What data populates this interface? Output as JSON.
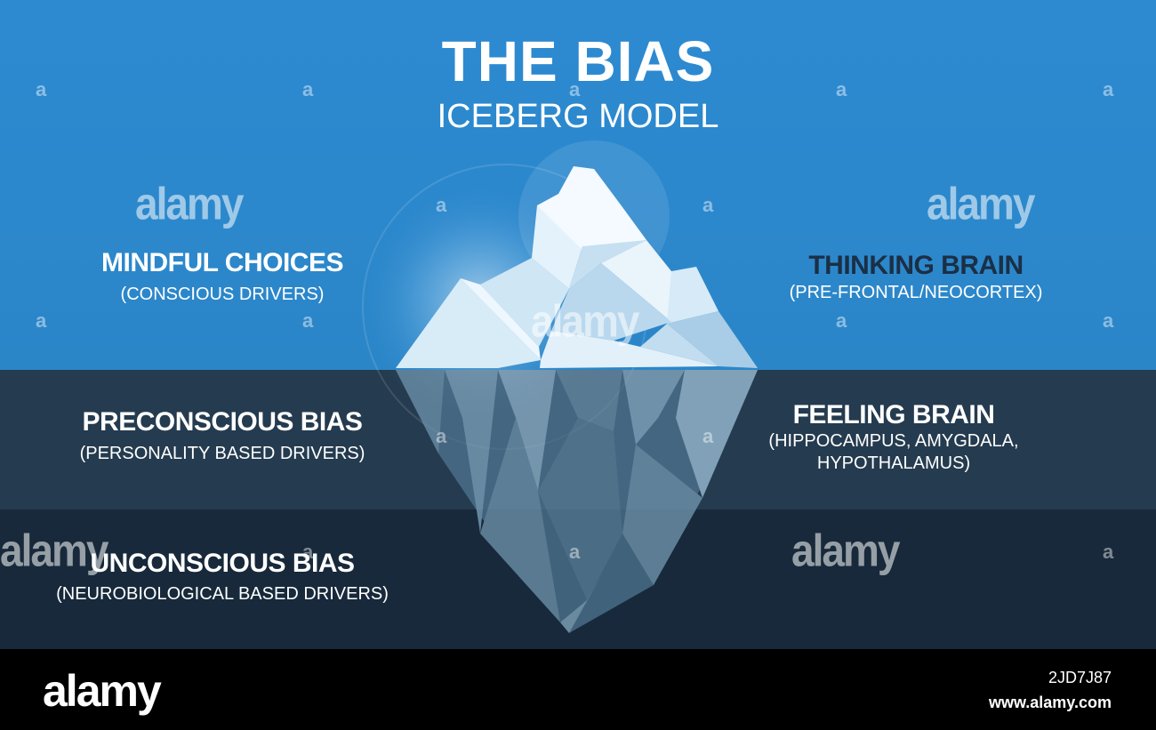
{
  "title": "THE BIAS",
  "subtitle": "ICEBERG MODEL",
  "levels": [
    {
      "label": "MINDFUL CHOICES",
      "desc": "(CONSCIOUS DRIVERS)",
      "brain": "THINKING BRAIN",
      "brain_desc": "(PRE-FRONTAL/NEOCORTEX)"
    },
    {
      "label": "PRECONSCIOUS BIAS",
      "desc": "(PERSONALITY BASED DRIVERS)",
      "brain": "FEELING BRAIN",
      "brain_desc_1": "(HIPPOCAMPUS, AMYGDALA,",
      "brain_desc_2": "HYPOTHALAMUS)"
    },
    {
      "label": "UNCONSCIOUS BIAS",
      "desc": "(NEUROBIOLOGICAL BASED DRIVERS)"
    }
  ],
  "colors": {
    "sky": "#2d8ad1",
    "preconscious": "#253b4f",
    "unconscious": "#17293a",
    "thinking_brain_text": "#1b2f45"
  },
  "watermark": {
    "text": "alamy",
    "letter": "a"
  },
  "footer": {
    "logo": "alamy",
    "image_id": "2JD7J87",
    "url": "www.alamy.com"
  }
}
